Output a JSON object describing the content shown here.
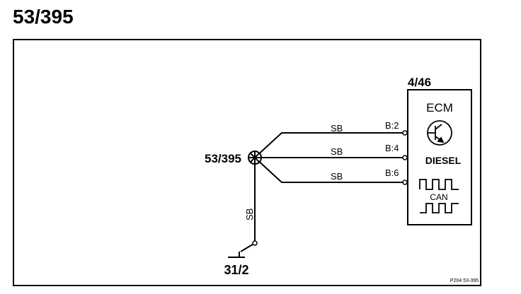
{
  "page_title": "53/395",
  "splice": {
    "label": "53/395"
  },
  "ground": {
    "label": "31/2",
    "wire_color": "SB"
  },
  "ecm": {
    "ref": "4/46",
    "name": "ECM",
    "type": "DIESEL",
    "bus": "CAN",
    "icon": "transistor-icon",
    "pins": [
      {
        "pin": "B:2",
        "wire_color": "SB"
      },
      {
        "pin": "B:4",
        "wire_color": "SB"
      },
      {
        "pin": "B:6",
        "wire_color": "SB"
      }
    ]
  },
  "footer_code": "P204  53-395"
}
